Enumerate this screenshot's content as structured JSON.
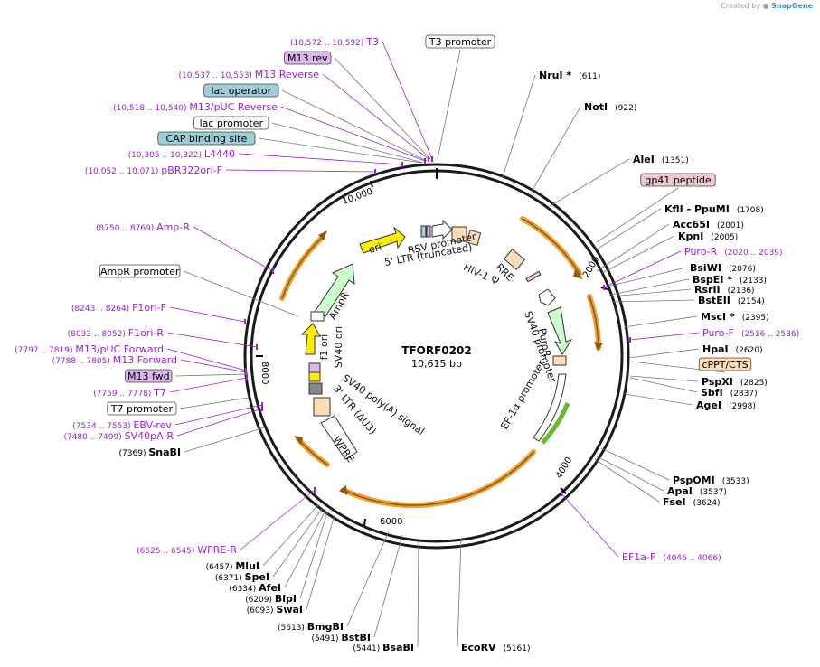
{
  "credit": {
    "prefix": "Created by",
    "brand": "SnapGene"
  },
  "plasmid": {
    "name": "TFORF0202",
    "length_label": "10,615 bp",
    "length": 10615
  },
  "colors": {
    "primer": "#9b1fd6",
    "enzyme": "#000000",
    "backbone": "#1a1a1a",
    "orange": "#f0a030",
    "ampr_fill": "#ccffcc",
    "yellow": "#ffee00",
    "tan": "#ffdcb8",
    "pink": "#f2c8d0",
    "teal": "#9ccfd8",
    "lilac": "#ddb6ee"
  },
  "ticks": [
    {
      "label": "2000",
      "pos": 2000
    },
    {
      "label": "4000",
      "pos": 4000
    },
    {
      "label": "6000",
      "pos": 6000
    },
    {
      "label": "8000",
      "pos": 8000
    },
    {
      "label": "10,000",
      "pos": 10000
    }
  ],
  "inner_labels": [
    {
      "text": "RSV promoter"
    },
    {
      "text": "5' LTR (truncated)"
    },
    {
      "text": "HIV-1 Ψ"
    },
    {
      "text": "RRE"
    },
    {
      "text": "ori"
    },
    {
      "text": "AmpR"
    },
    {
      "text": "f1 ori"
    },
    {
      "text": "SV40 ori"
    },
    {
      "text": "SV40 poly(A) signal"
    },
    {
      "text": "3' LTR (ΔU3)"
    },
    {
      "text": "WPRE"
    },
    {
      "text": "PuroR"
    },
    {
      "text": "SV40 promoter"
    },
    {
      "text": "EF-1α promoter"
    }
  ],
  "outer_labels": [
    {
      "name": "T3",
      "range": "(10,572 .. 10,592)",
      "kind": "primer"
    },
    {
      "name": "M13 rev",
      "range": "",
      "kind": "box-lilac"
    },
    {
      "name": "M13 Reverse",
      "range": "(10,537 .. 10,553)",
      "kind": "primer"
    },
    {
      "name": "lac operator",
      "range": "",
      "kind": "box-teal"
    },
    {
      "name": "M13/pUC Reverse",
      "range": "(10,518 .. 10,540)",
      "kind": "primer"
    },
    {
      "name": "lac promoter",
      "range": "",
      "kind": "box-white"
    },
    {
      "name": "CAP binding site",
      "range": "",
      "kind": "box-teal"
    },
    {
      "name": "L4440",
      "range": "(10,305 .. 10,322)",
      "kind": "primer"
    },
    {
      "name": "pBR322ori-F",
      "range": "(10,052 .. 10,071)",
      "kind": "primer"
    },
    {
      "name": "Amp-R",
      "range": "(8750 .. 8769)",
      "kind": "primer"
    },
    {
      "name": "AmpR promoter",
      "range": "",
      "kind": "box-white"
    },
    {
      "name": "F1ori-F",
      "range": "(8243 .. 8264)",
      "kind": "primer"
    },
    {
      "name": "F1ori-R",
      "range": "(8033 .. 8052)",
      "kind": "primer"
    },
    {
      "name": "M13/pUC Forward",
      "range": "(7797 .. 7819)",
      "kind": "primer"
    },
    {
      "name": "M13 Forward",
      "range": "(7788 .. 7805)",
      "kind": "primer"
    },
    {
      "name": "M13 fwd",
      "range": "",
      "kind": "box-lilac"
    },
    {
      "name": "T7",
      "range": "(7759 .. 7778)",
      "kind": "primer"
    },
    {
      "name": "T7 promoter",
      "range": "",
      "kind": "box-white"
    },
    {
      "name": "EBV-rev",
      "range": "(7534 .. 7553)",
      "kind": "primer"
    },
    {
      "name": "SV40pA-R",
      "range": "(7480 .. 7499)",
      "kind": "primer"
    },
    {
      "name": "SnaBI",
      "range": "(7369)",
      "kind": "enzyme-left"
    },
    {
      "name": "WPRE-R",
      "range": "(6525 .. 6545)",
      "kind": "primer"
    },
    {
      "name": "MluI",
      "range": "(6457)",
      "kind": "enzyme-left"
    },
    {
      "name": "SpeI",
      "range": "(6371)",
      "kind": "enzyme-left"
    },
    {
      "name": "AfeI",
      "range": "(6334)",
      "kind": "enzyme-left"
    },
    {
      "name": "BlpI",
      "range": "(6209)",
      "kind": "enzyme-left"
    },
    {
      "name": "SwaI",
      "range": "(6093)",
      "kind": "enzyme-left"
    },
    {
      "name": "BmgBI",
      "range": "(5613)",
      "kind": "enzyme-left"
    },
    {
      "name": "BstBI",
      "range": "(5491)",
      "kind": "enzyme-left"
    },
    {
      "name": "BsaBI",
      "range": "(5441)",
      "kind": "enzyme-left"
    },
    {
      "name": "EcoRV",
      "range": "(5161)",
      "kind": "enzyme-right"
    },
    {
      "name": "T3 promoter",
      "range": "",
      "kind": "box-white"
    },
    {
      "name": "NruI *",
      "range": "(611)",
      "kind": "enzyme-right"
    },
    {
      "name": "NotI",
      "range": "(922)",
      "kind": "enzyme-right"
    },
    {
      "name": "AleI",
      "range": "(1351)",
      "kind": "enzyme-right"
    },
    {
      "name": "gp41 peptide",
      "range": "",
      "kind": "box-pink"
    },
    {
      "name": "KflI  - PpuMI",
      "range": "(1708)",
      "kind": "enzyme-right"
    },
    {
      "name": "Acc65I",
      "range": "(2001)",
      "kind": "enzyme-right"
    },
    {
      "name": "KpnI",
      "range": "(2005)",
      "kind": "enzyme-right"
    },
    {
      "name": "Puro-R",
      "range": "(2020 .. 2039)",
      "kind": "primer"
    },
    {
      "name": "BsiWI",
      "range": "(2076)",
      "kind": "enzyme-right"
    },
    {
      "name": "BspEI *",
      "range": "(2133)",
      "kind": "enzyme-right"
    },
    {
      "name": "RsrII",
      "range": "(2136)",
      "kind": "enzyme-right"
    },
    {
      "name": "BstEII",
      "range": "(2154)",
      "kind": "enzyme-right"
    },
    {
      "name": "MscI *",
      "range": "(2395)",
      "kind": "enzyme-right"
    },
    {
      "name": "Puro-F",
      "range": "(2516 .. 2536)",
      "kind": "primer"
    },
    {
      "name": "HpaI",
      "range": "(2620)",
      "kind": "enzyme-right"
    },
    {
      "name": "cPPT/CTS",
      "range": "",
      "kind": "box-tan"
    },
    {
      "name": "PspXI",
      "range": "(2825)",
      "kind": "enzyme-right"
    },
    {
      "name": "SbfI",
      "range": "(2837)",
      "kind": "enzyme-right"
    },
    {
      "name": "AgeI",
      "range": "(2998)",
      "kind": "enzyme-right"
    },
    {
      "name": "PspOMI",
      "range": "(3533)",
      "kind": "enzyme-right"
    },
    {
      "name": "ApaI",
      "range": "(3537)",
      "kind": "enzyme-right"
    },
    {
      "name": "FseI",
      "range": "(3624)",
      "kind": "enzyme-right"
    },
    {
      "name": "EF1a-F",
      "range": "(4046 .. 4066)",
      "kind": "primer"
    }
  ]
}
